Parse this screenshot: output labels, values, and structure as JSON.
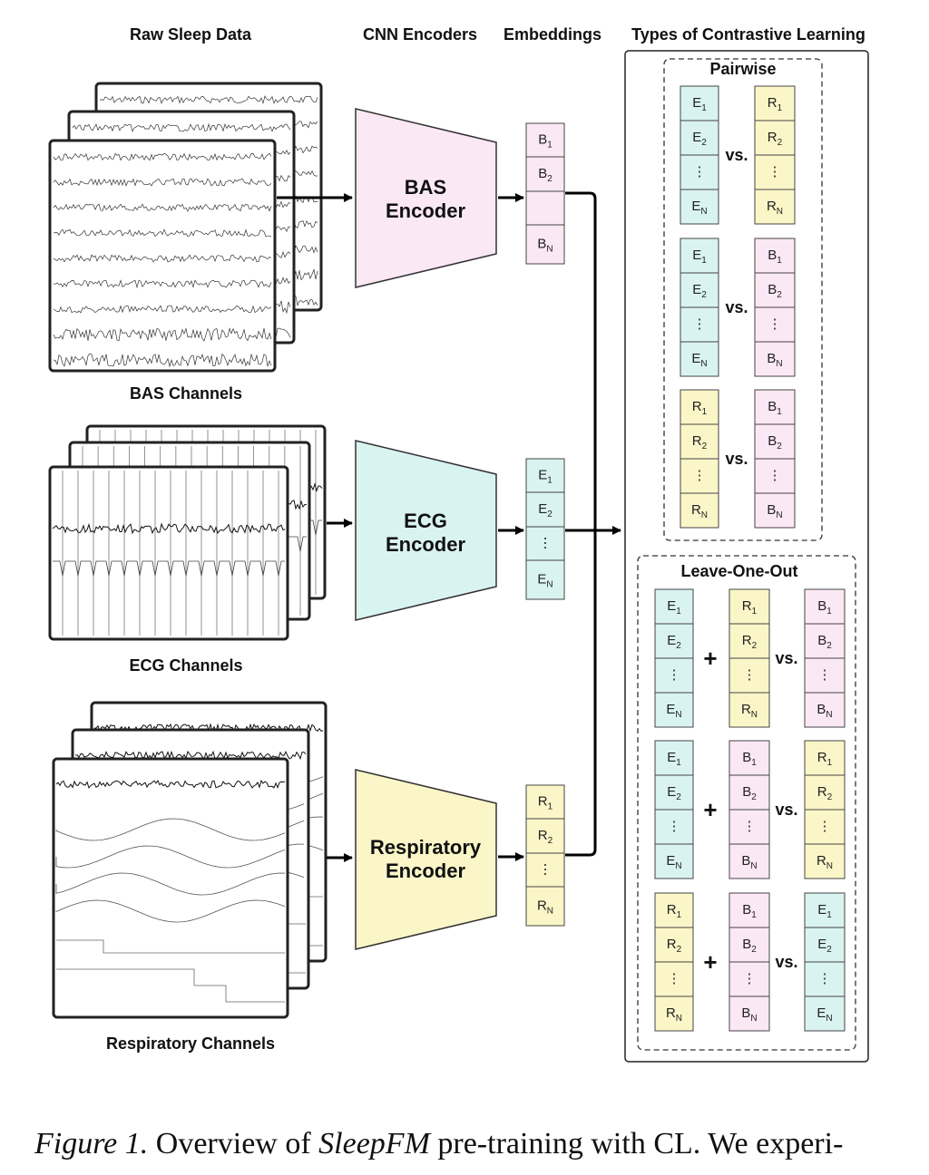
{
  "headers": {
    "raw": "Raw Sleep Data",
    "cnn": "CNN Encoders",
    "emb": "Embeddings",
    "types": "Types of Contrastive Learning"
  },
  "channels": {
    "bas": "BAS Channels",
    "ecg": "ECG Channels",
    "resp": "Respiratory Channels"
  },
  "encoders": [
    {
      "id": "bas",
      "line1": "BAS",
      "line2": "Encoder",
      "color": "#fbe8f5"
    },
    {
      "id": "ecg",
      "line1": "ECG",
      "line2": "Encoder",
      "color": "#d9f3f1"
    },
    {
      "id": "resp",
      "line1": "Respiratory",
      "line2": "Encoder",
      "color": "#fbf6c8"
    }
  ],
  "embeddings": {
    "bas": [
      "B1",
      "B2",
      "",
      "BN"
    ],
    "ecg": [
      "E1",
      "E2",
      "⋮",
      "EN"
    ],
    "resp": [
      "R1",
      "R2",
      "⋮",
      "RN"
    ]
  },
  "groups": {
    "pairwise": "Pairwise",
    "loo": "Leave-One-Out",
    "vs": "vs.",
    "plus": "+"
  },
  "pairwise_rows": [
    [
      "E",
      "R"
    ],
    [
      "E",
      "B"
    ],
    [
      "R",
      "B"
    ]
  ],
  "loo_rows": [
    [
      "E",
      "R",
      "B"
    ],
    [
      "E",
      "B",
      "R"
    ],
    [
      "R",
      "B",
      "E"
    ]
  ],
  "colors": {
    "E": "#d9f3f1",
    "R": "#fbf6c8",
    "B": "#fbe8f5"
  },
  "caption": {
    "fig": "Figure 1.",
    "t1": " Overview of ",
    "model": "SleepFM",
    "t2": " pre-training with CL. We experi-"
  }
}
